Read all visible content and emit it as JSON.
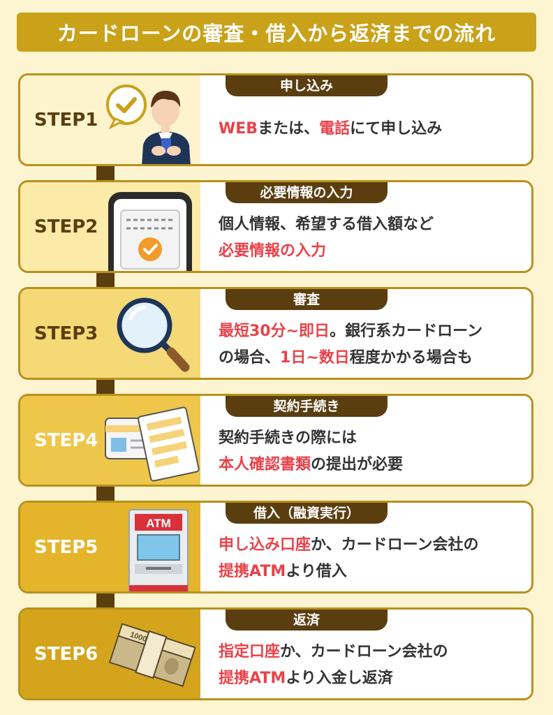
{
  "title": "カードローンの審査・借入から返済までの流れ",
  "colors": {
    "accent_red": "#e8424a",
    "brown": "#5a3e10",
    "gold": "#c9a21a"
  },
  "steps": [
    {
      "label": "STEP1",
      "tab": "申し込み",
      "icon": "person-phone-check-icon",
      "lines": [
        [
          {
            "t": "WEB",
            "r": true
          },
          {
            "t": "または、",
            "r": false
          },
          {
            "t": "電話",
            "r": true
          },
          {
            "t": "にて申し込み",
            "r": false
          }
        ]
      ]
    },
    {
      "label": "STEP2",
      "tab": "必要情報の入力",
      "icon": "smartphone-form-icon",
      "lines": [
        [
          {
            "t": "個人情報、希望する借入額など",
            "r": false
          }
        ],
        [
          {
            "t": "必要情報の入力",
            "r": true
          }
        ]
      ]
    },
    {
      "label": "STEP3",
      "tab": "審査",
      "icon": "magnifying-glass-icon",
      "lines": [
        [
          {
            "t": "最短30分~即日",
            "r": true
          },
          {
            "t": "。銀行系カードローン",
            "r": false
          }
        ],
        [
          {
            "t": "の場合、",
            "r": false
          },
          {
            "t": "1日~数日",
            "r": true
          },
          {
            "t": "程度かかる場合も",
            "r": false
          }
        ]
      ]
    },
    {
      "label": "STEP4",
      "tab": "契約手続き",
      "icon": "contract-documents-icon",
      "lines": [
        [
          {
            "t": "契約手続きの際には",
            "r": false
          }
        ],
        [
          {
            "t": "本人確認書類",
            "r": true
          },
          {
            "t": "の提出が必要",
            "r": false
          }
        ]
      ]
    },
    {
      "label": "STEP5",
      "tab": "借入（融資実行）",
      "icon": "atm-machine-icon",
      "atm_text": "ATM",
      "lines": [
        [
          {
            "t": "申し込み口座",
            "r": true
          },
          {
            "t": "か、カードローン会社の",
            "r": false
          }
        ],
        [
          {
            "t": "提携ATM",
            "r": true
          },
          {
            "t": "より借入",
            "r": false
          }
        ]
      ]
    },
    {
      "label": "STEP6",
      "tab": "返済",
      "icon": "banknote-bundle-icon",
      "note_text": "1000",
      "lines": [
        [
          {
            "t": "指定口座",
            "r": true
          },
          {
            "t": "か、カードローン会社の",
            "r": false
          }
        ],
        [
          {
            "t": "提携ATM",
            "r": true
          },
          {
            "t": "より入金し返済",
            "r": false
          }
        ]
      ]
    }
  ]
}
